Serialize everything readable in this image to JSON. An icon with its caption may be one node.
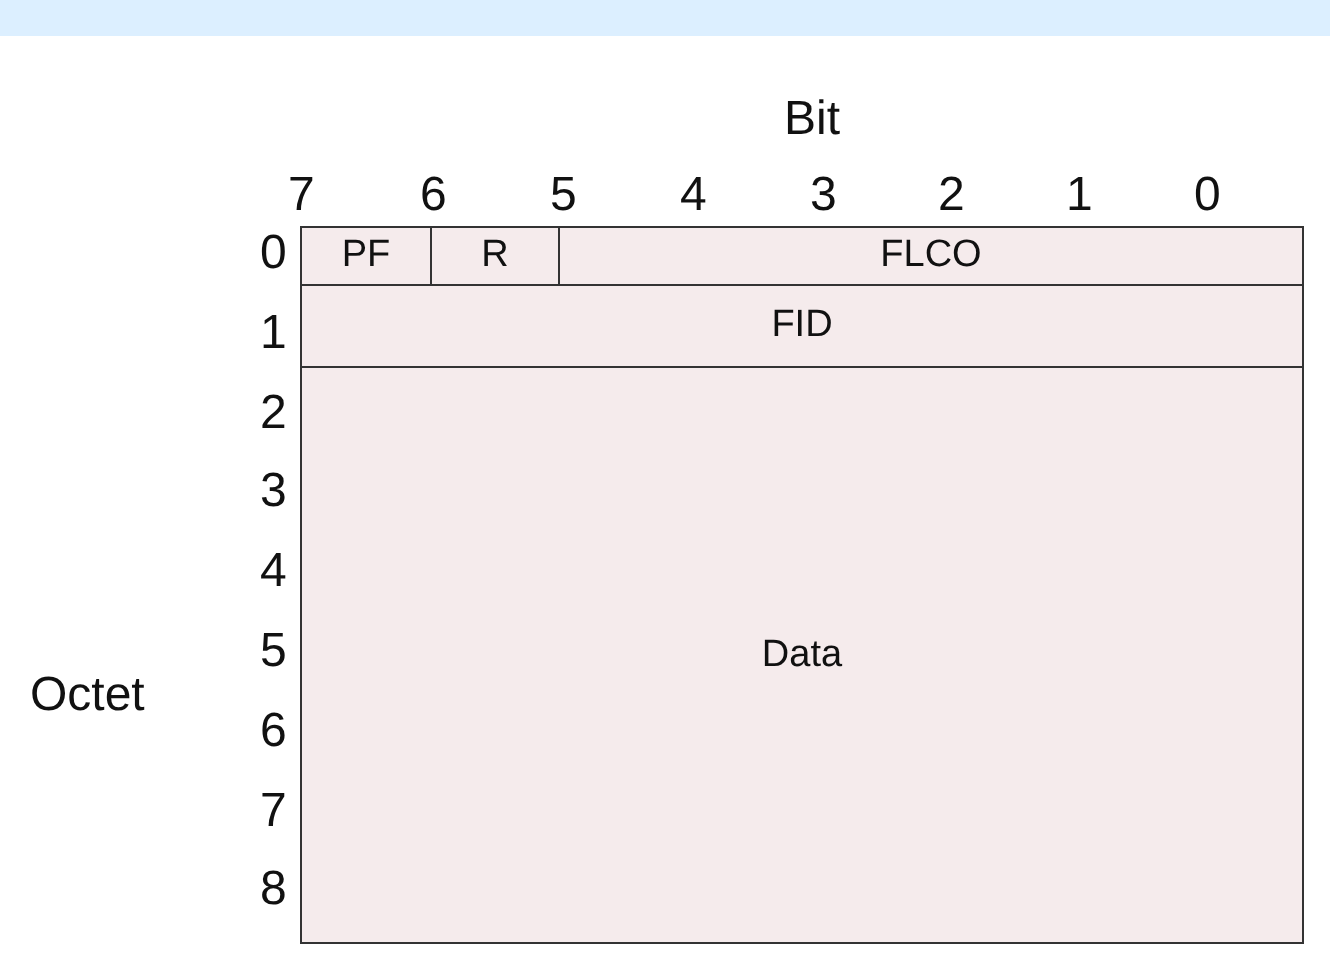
{
  "diagram": {
    "nodes": [
      {
        "text": [
          "PF"
        ]
      },
      {
        "text": [
          "R"
        ]
      },
      {
        "text": [
          "FLCO"
        ]
      },
      {
        "text": [
          "FID"
        ]
      },
      {
        "text": [
          "Data"
        ]
      }
    ],
    "labels": [
      "Bit",
      "7",
      "6",
      "5",
      "4",
      "3",
      "2",
      "1",
      "0",
      "0",
      "1",
      "2",
      "3",
      "4",
      "5",
      "6",
      "7",
      "8",
      "Octet"
    ]
  }
}
